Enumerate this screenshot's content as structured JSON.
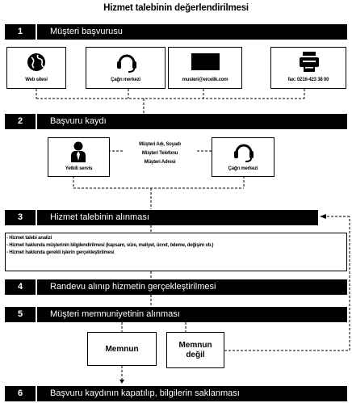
{
  "title": "Hizmet talebinin değerlendirilmesi",
  "steps": [
    {
      "num": "1",
      "label": "Müşteri başvurusu"
    },
    {
      "num": "2",
      "label": "Başvuru kaydı"
    },
    {
      "num": "3",
      "label": "Hizmet talebinin alınması"
    },
    {
      "num": "4",
      "label": "Randevu alınıp hizmetin gerçekleştirilmesi"
    },
    {
      "num": "5",
      "label": "Müşteri memnuniyetinin alınması"
    },
    {
      "num": "6",
      "label": "Başvuru kaydının kapatılıp, bilgilerin saklanması"
    }
  ],
  "channels": [
    {
      "label": "Web sitesi",
      "icon": "globe-icon"
    },
    {
      "label": "Çağrı merkezi",
      "icon": "headset-icon"
    },
    {
      "label": "musteri@ercelik.com",
      "icon": "email-icon"
    },
    {
      "label": "fax: 0216-423 38 00",
      "icon": "fax-icon"
    }
  ],
  "registration": {
    "left": {
      "label": "Yetkili servis",
      "icon": "person-icon"
    },
    "middle": {
      "lines": [
        "Müşteri Adı, Soyadı",
        "Müşteri Telefonu",
        "Müşteri Adresi"
      ]
    },
    "right": {
      "label": "Çağrı merkezi",
      "icon": "headset-icon"
    }
  },
  "notes": [
    "- Hizmet talebi analizi",
    "- Hizmet hakkında müşterinin bilgilendirilmesi (kapsam, süre, maliyet, ücret, ödeme, değişim vb.)",
    "- Hizmet hakkında gerekli işlerin gerçekleştirilmesi"
  ],
  "satisfaction": {
    "yes": "Memnun",
    "no_line1": "Memnun",
    "no_line2": "değil"
  }
}
